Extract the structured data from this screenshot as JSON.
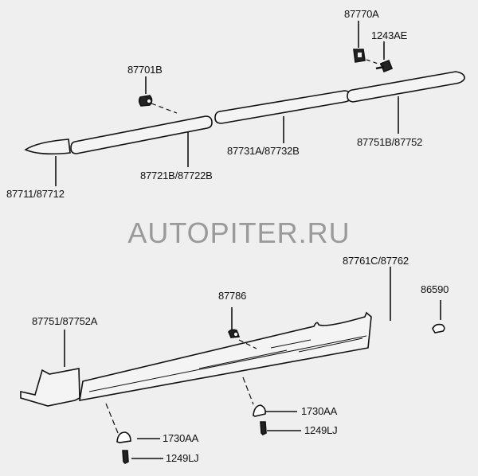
{
  "watermark": "AUTOPITER.RU",
  "top_parts": {
    "clip_a": "87770A",
    "screw_a": "1243AE",
    "clip_b": "87701B",
    "rear_molding": "87751B/87752",
    "center_molding": "87731A/87732B",
    "front_door_molding": "87721B/87722B",
    "front_tip": "87711/87712"
  },
  "bottom_parts": {
    "side_sill": "87761C/87762",
    "end_clip": "86590",
    "sill_clip": "87786",
    "mud_guard": "87751/87752A",
    "nut_left": "1730AA",
    "screw_left": "1249LJ",
    "nut_right": "1730AA",
    "screw_right": "1249LJ"
  }
}
